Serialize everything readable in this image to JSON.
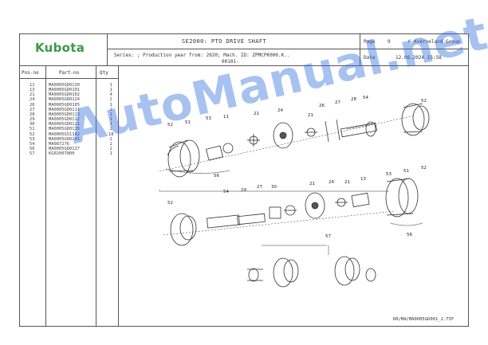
{
  "header": {
    "brand": "Kubota",
    "title": "SE2000: PTO DRIVE SHAFT",
    "page_label": "Page",
    "page_number": "9",
    "copyright": "© Kverneland Group",
    "series_line1": "Series: ; Production year from: 2020; Mach. ID: ZPMCPK000.K..",
    "series_line2": "00101-",
    "date_label": "Date",
    "date_value": "12.06.2024  15:58"
  },
  "table": {
    "headers": {
      "pos": "Pos-no",
      "part": "Part-no",
      "qty": "Qty"
    },
    "rows": [
      {
        "pos": "11",
        "part": "MA0005GD0130",
        "qty": "1"
      },
      {
        "pos": "13",
        "part": "MA0005GD0101",
        "qty": "1"
      },
      {
        "pos": "21",
        "part": "MA0005GD0102",
        "qty": "4"
      },
      {
        "pos": "24",
        "part": "MA0005GD0124",
        "qty": "2"
      },
      {
        "pos": "26",
        "part": "MA0005GD0105",
        "qty": "1"
      },
      {
        "pos": "27",
        "part": "MA0005GD0111",
        "qty": "2"
      },
      {
        "pos": "28",
        "part": "MA0005GD0113",
        "qty": "1"
      },
      {
        "pos": "29",
        "part": "MA0005GD0112",
        "qty": "1"
      },
      {
        "pos": "30",
        "part": "MA0005GD0121",
        "qty": "1"
      },
      {
        "pos": "51",
        "part": "MA0005GD0135",
        "qty": "2"
      },
      {
        "pos": "52",
        "part": "MA0005G51142",
        "qty": "18"
      },
      {
        "pos": "53",
        "part": "MA0005GD0141",
        "qty": "2"
      },
      {
        "pos": "54",
        "part": "MA087276",
        "qty": "2"
      },
      {
        "pos": "56",
        "part": "MA0005GD0137",
        "qty": "2"
      },
      {
        "pos": "57",
        "part": "KG02007800",
        "qty": "1"
      }
    ]
  },
  "drawing": {
    "callouts": [
      "52",
      "51",
      "53",
      "11",
      "21",
      "24",
      "21",
      "26",
      "27",
      "28",
      "54",
      "52",
      "56",
      "52",
      "54",
      "29",
      "27",
      "30",
      "21",
      "24",
      "21",
      "13",
      "53",
      "51",
      "52",
      "56",
      "57"
    ],
    "file_ref": "KR/MA/MA0005GD001_2.TIF"
  },
  "watermark": "AutoManual.net",
  "colors": {
    "brand_green": "#3a9a43",
    "watermark_blue": "#2d6edc",
    "line": "#555555"
  }
}
